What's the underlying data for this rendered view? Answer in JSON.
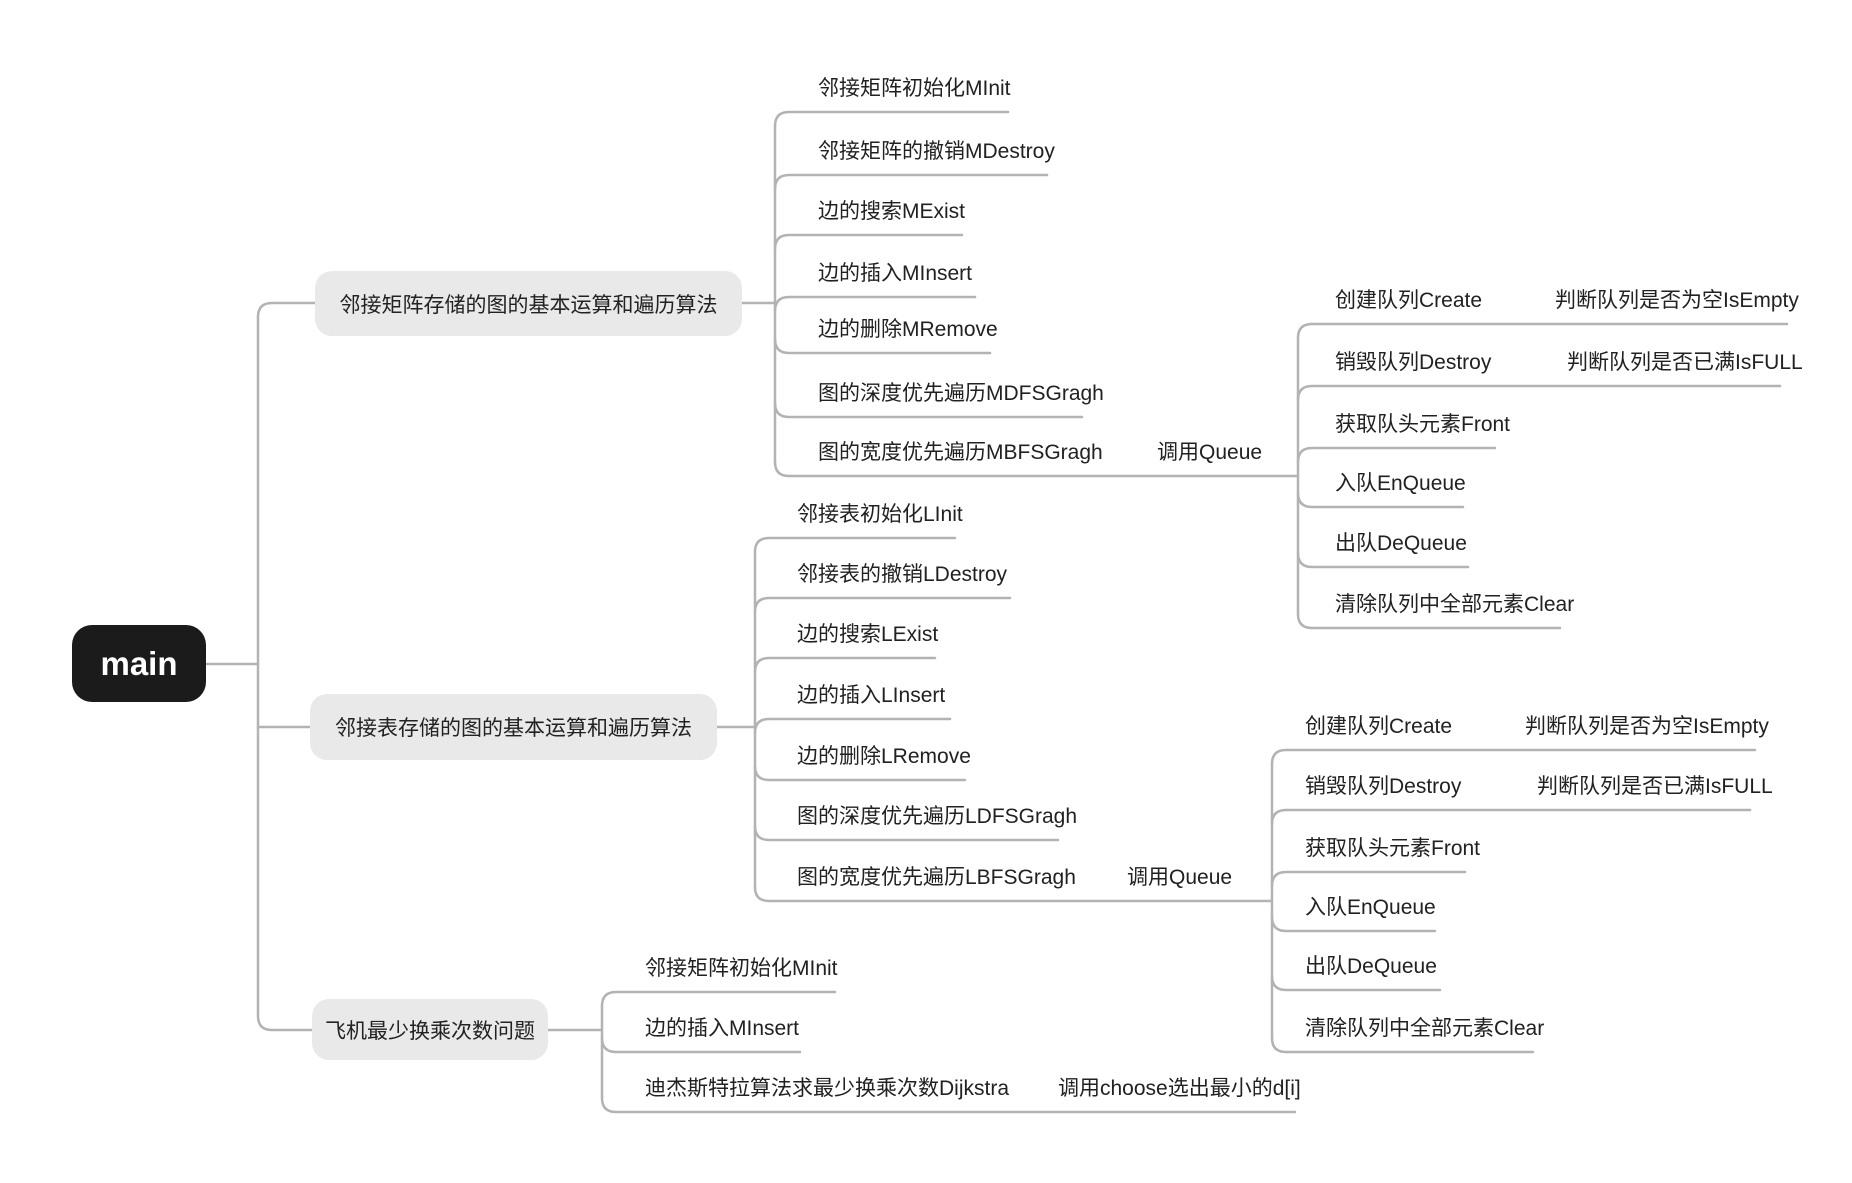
{
  "root": {
    "label": "main"
  },
  "colors": {
    "root_bg": "#1b1b1b",
    "root_text": "#ffffff",
    "branch_bg": "#e9e9e9",
    "topic_text": "#212121",
    "line": "#b3b3b3"
  },
  "branches": [
    {
      "label": "邻接矩阵存储的图的基本运算和遍历算法",
      "children": [
        {
          "label": "邻接矩阵初始化MInit"
        },
        {
          "label": "邻接矩阵的撤销MDestroy"
        },
        {
          "label": "边的搜索MExist"
        },
        {
          "label": "边的插入MInsert"
        },
        {
          "label": "边的删除MRemove"
        },
        {
          "label": "图的深度优先遍历MDFSGragh"
        },
        {
          "label": "图的宽度优先遍历MBFSGragh",
          "children": [
            {
              "label": "调用Queue",
              "children": [
                {
                  "label": "创建队列Create",
                  "children": [
                    {
                      "label": "判断队列是否为空IsEmpty"
                    }
                  ]
                },
                {
                  "label": "销毁队列Destroy",
                  "children": [
                    {
                      "label": "判断队列是否已满IsFULL"
                    }
                  ]
                },
                {
                  "label": "获取队头元素Front"
                },
                {
                  "label": "入队EnQueue"
                },
                {
                  "label": "出队DeQueue"
                },
                {
                  "label": "清除队列中全部元素Clear"
                }
              ]
            }
          ]
        }
      ]
    },
    {
      "label": "邻接表存储的图的基本运算和遍历算法",
      "children": [
        {
          "label": "邻接表初始化LInit"
        },
        {
          "label": "邻接表的撤销LDestroy"
        },
        {
          "label": "边的搜索LExist"
        },
        {
          "label": "边的插入LInsert"
        },
        {
          "label": "边的删除LRemove"
        },
        {
          "label": "图的深度优先遍历LDFSGragh"
        },
        {
          "label": "图的宽度优先遍历LBFSGragh",
          "children": [
            {
              "label": "调用Queue",
              "children": [
                {
                  "label": "创建队列Create",
                  "children": [
                    {
                      "label": "判断队列是否为空IsEmpty"
                    }
                  ]
                },
                {
                  "label": "销毁队列Destroy",
                  "children": [
                    {
                      "label": "判断队列是否已满IsFULL"
                    }
                  ]
                },
                {
                  "label": "获取队头元素Front"
                },
                {
                  "label": "入队EnQueue"
                },
                {
                  "label": "出队DeQueue"
                },
                {
                  "label": "清除队列中全部元素Clear"
                }
              ]
            }
          ]
        }
      ]
    },
    {
      "label": "飞机最少换乘次数问题",
      "children": [
        {
          "label": "邻接矩阵初始化MInit"
        },
        {
          "label": "边的插入MInsert"
        },
        {
          "label": "迪杰斯特拉算法求最少换乘次数Dijkstra",
          "children": [
            {
              "label": "调用choose选出最小的d[i]"
            }
          ]
        }
      ]
    }
  ]
}
